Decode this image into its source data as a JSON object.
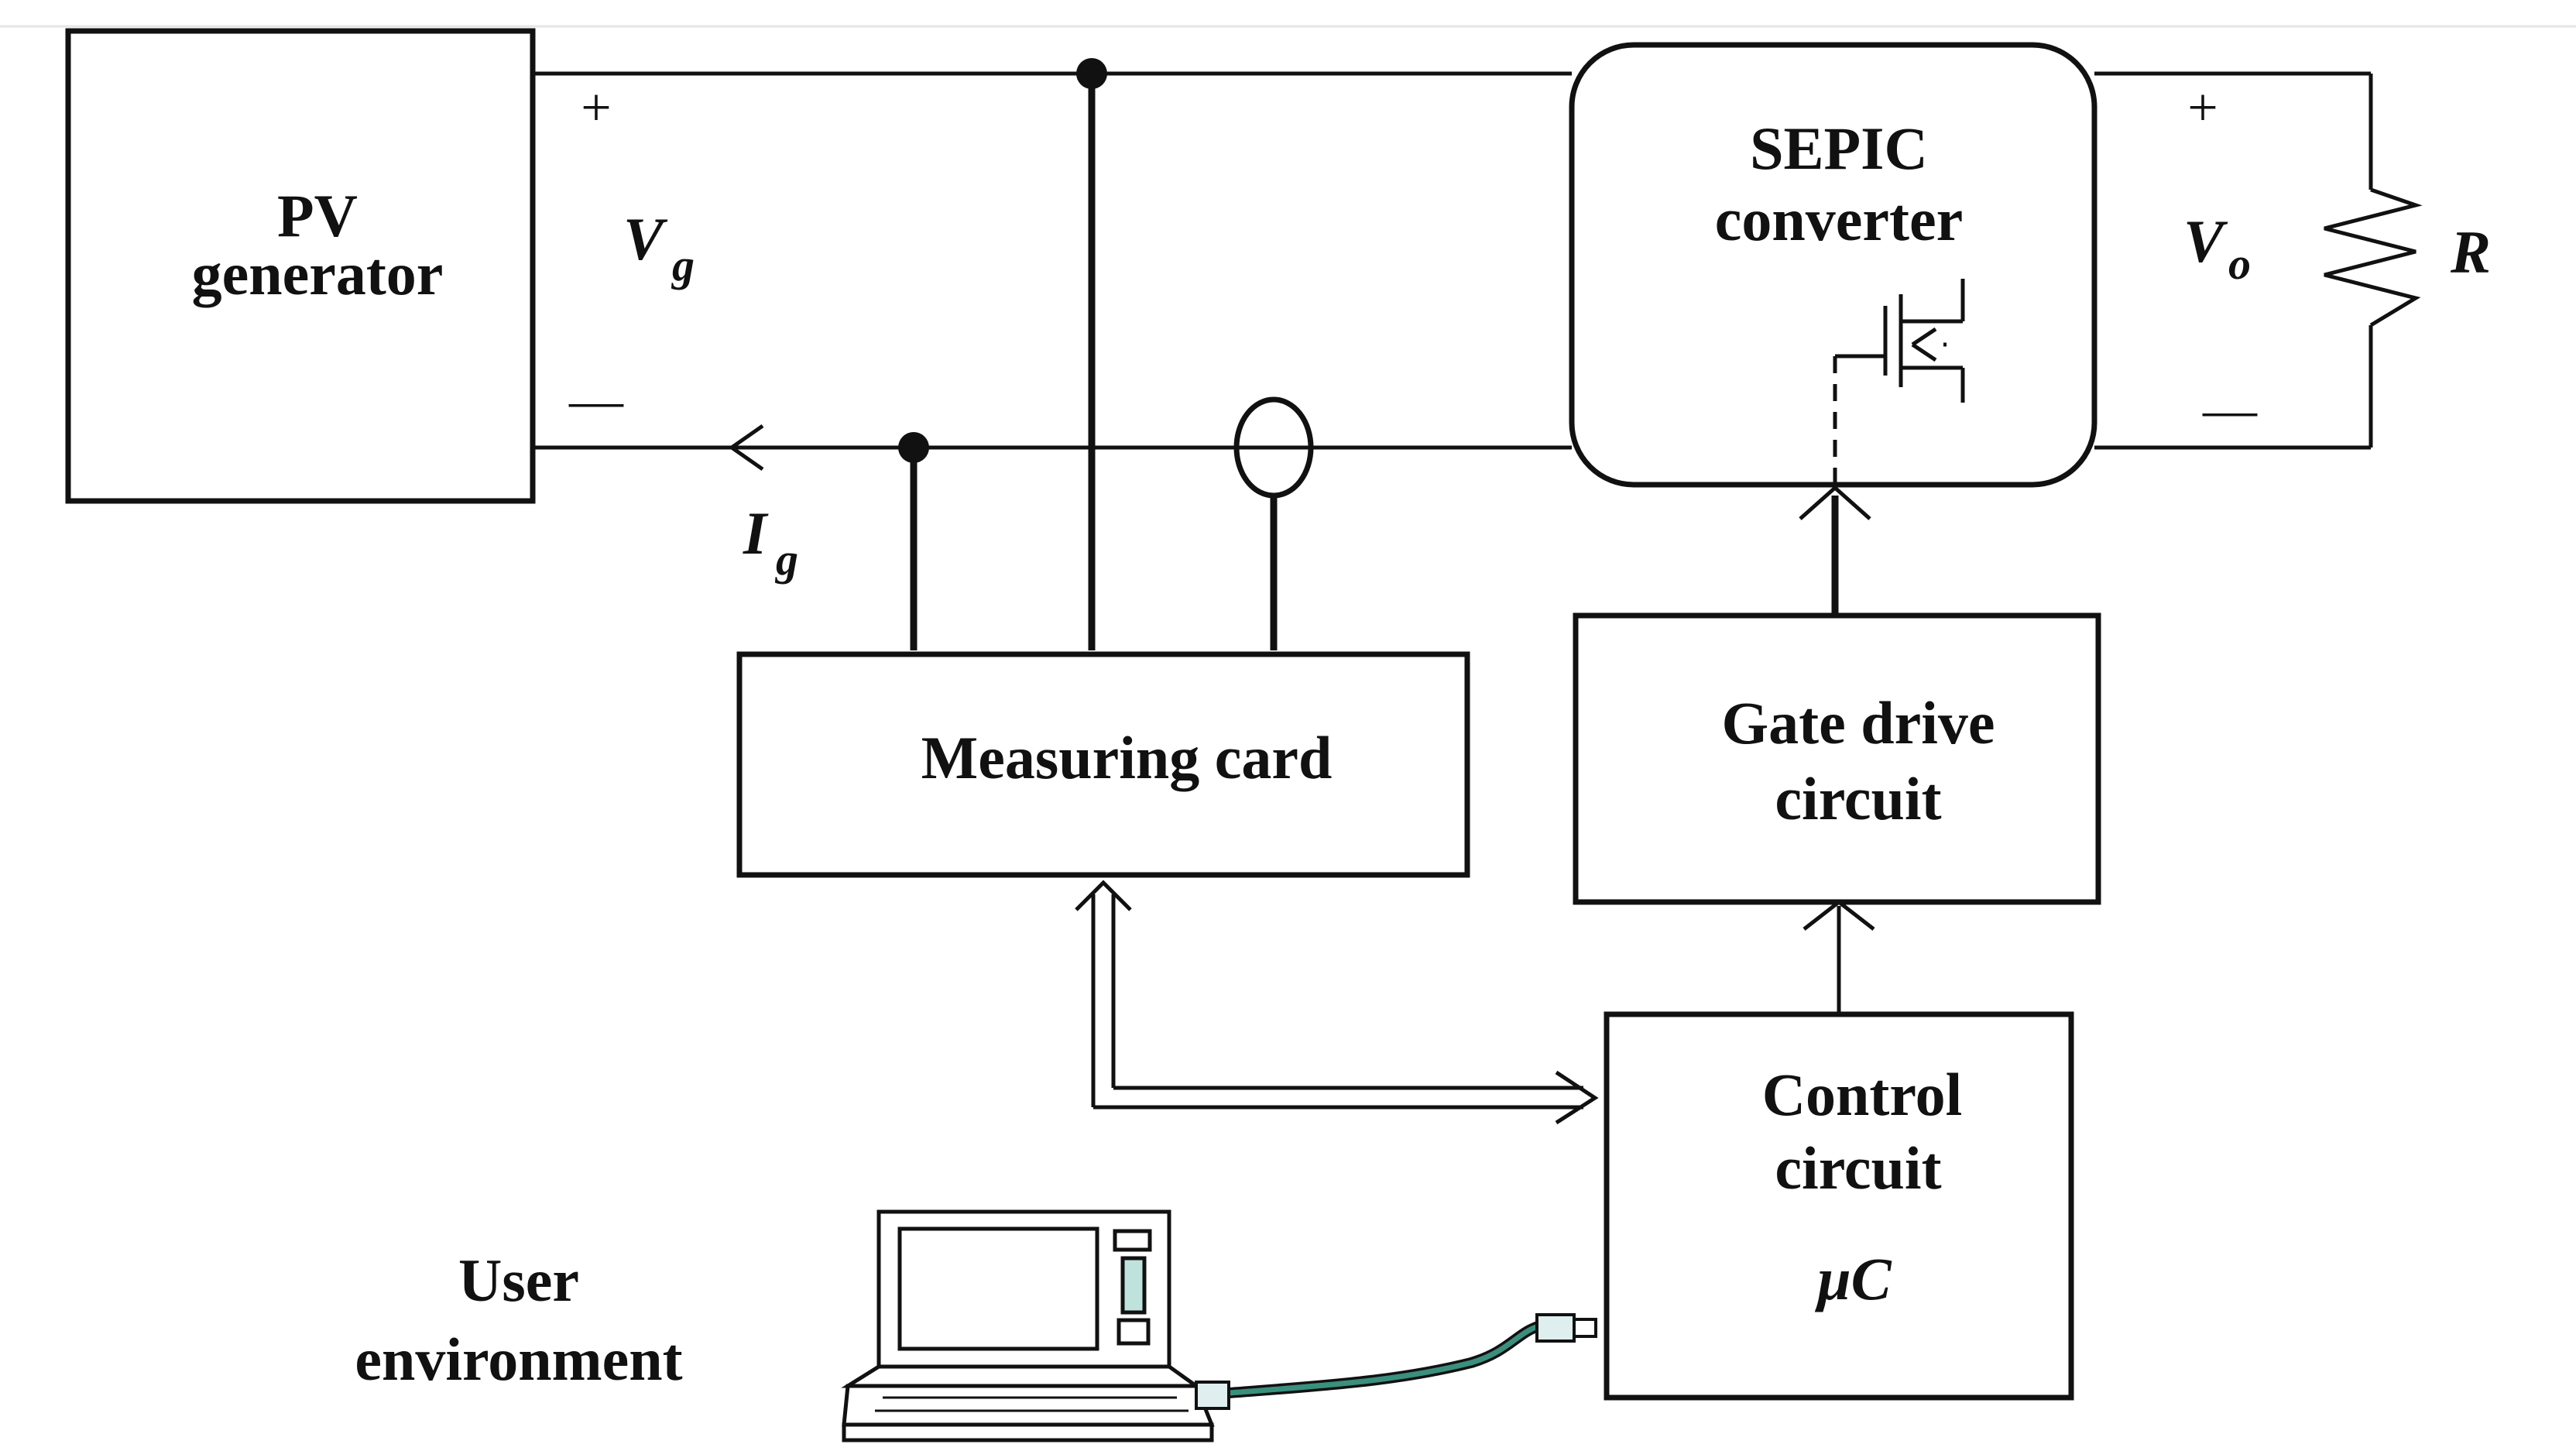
{
  "blocks": {
    "pv_generator": [
      "PV",
      "generator"
    ],
    "sepic_converter": [
      "SEPIC",
      "converter"
    ],
    "measuring_card": "Measuring card",
    "gate_drive_circuit": [
      "Gate drive",
      "circuit"
    ],
    "control_circuit": [
      "Control",
      "circuit",
      "μC"
    ],
    "user_environment": [
      "User",
      "environment"
    ]
  },
  "symbols": {
    "vg": {
      "main": "V",
      "sub": "g"
    },
    "ig": {
      "main": "I",
      "sub": "g"
    },
    "vo": {
      "main": "V",
      "sub": "o"
    },
    "r": "R",
    "plus": "+",
    "minus": "—"
  },
  "colors": {
    "line": "#111111",
    "cable": "#3a8f7d",
    "background": "#ffffff"
  }
}
